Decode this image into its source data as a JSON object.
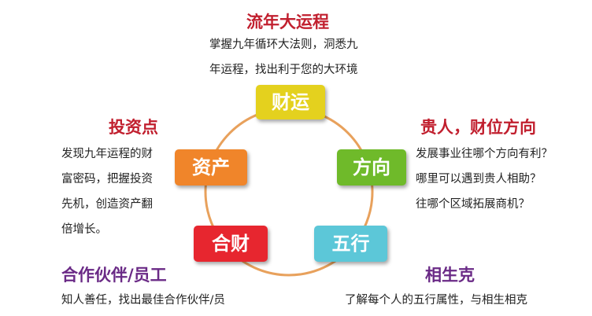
{
  "colors": {
    "ring": "#E8A15C",
    "caiyun": "#E4D11E",
    "fangxiang": "#6FBA2A",
    "wuxing": "#5CC7D8",
    "hecai": "#E7262F",
    "zichan": "#F0852A",
    "title_red": "#C11F2E",
    "title_purple": "#6A2A86"
  },
  "top": {
    "title": "流年大运程",
    "lines": [
      "掌握九年循环大法则，洞悉九",
      "年运程，找出利于您的大环境"
    ]
  },
  "left_upper": {
    "title": "投资点",
    "lines": [
      "发现九年运程的财",
      "富密码，把握投资",
      "先机，创造资产翻",
      "倍增长。"
    ]
  },
  "right_upper": {
    "title": "贵人，财位方向",
    "lines": [
      "发展事业往哪个方向有利？",
      "哪里可以遇到贵人相助？",
      "往哪个区域拓展商机？"
    ]
  },
  "left_lower": {
    "title": "合作伙伴/员工",
    "lines": [
      "知人善任，找出最佳合作伙伴/员"
    ]
  },
  "right_lower": {
    "title": "相生克",
    "lines": [
      "了解每个人的五行属性，与相生相克"
    ]
  },
  "boxes": {
    "caiyun": "财运",
    "fangxiang": "方向",
    "wuxing": "五行",
    "hecai": "合财",
    "zichan": "资产"
  }
}
